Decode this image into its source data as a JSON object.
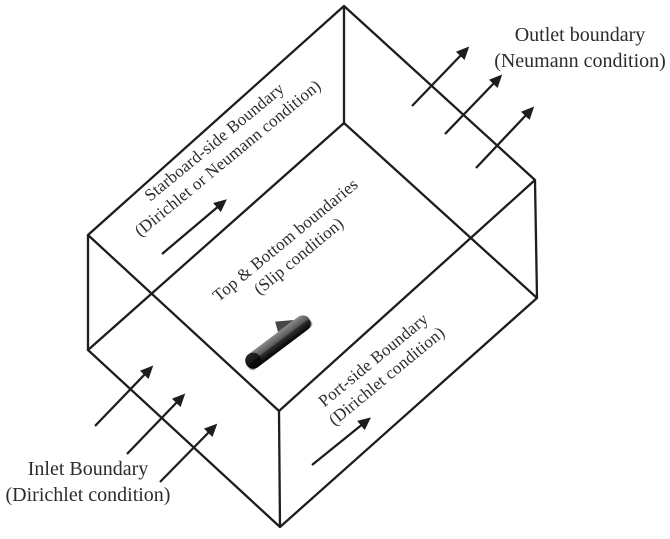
{
  "figure": {
    "background_color": "#ffffff",
    "line_color": "#1d1d1d",
    "text_color": "#2b2b2b",
    "hull_color_light": "#8a8a8a",
    "hull_color_dark": "#050505"
  },
  "labels": {
    "starboard": {
      "line1": "Starboard-side Boundary",
      "line2": "(Dirichlet or Neumann condition)"
    },
    "outlet": {
      "line1": "Outlet boundary",
      "line2": "(Neumann condition)"
    },
    "top_bottom": {
      "line1": "Top & Bottom boundaries",
      "line2": "(Slip condition)"
    },
    "port": {
      "line1": "Port-side Boundary",
      "line2": "(Dirichlet condition)"
    },
    "inlet": {
      "line1": "Inlet Boundary",
      "line2": "(Dirichlet condition)"
    }
  }
}
